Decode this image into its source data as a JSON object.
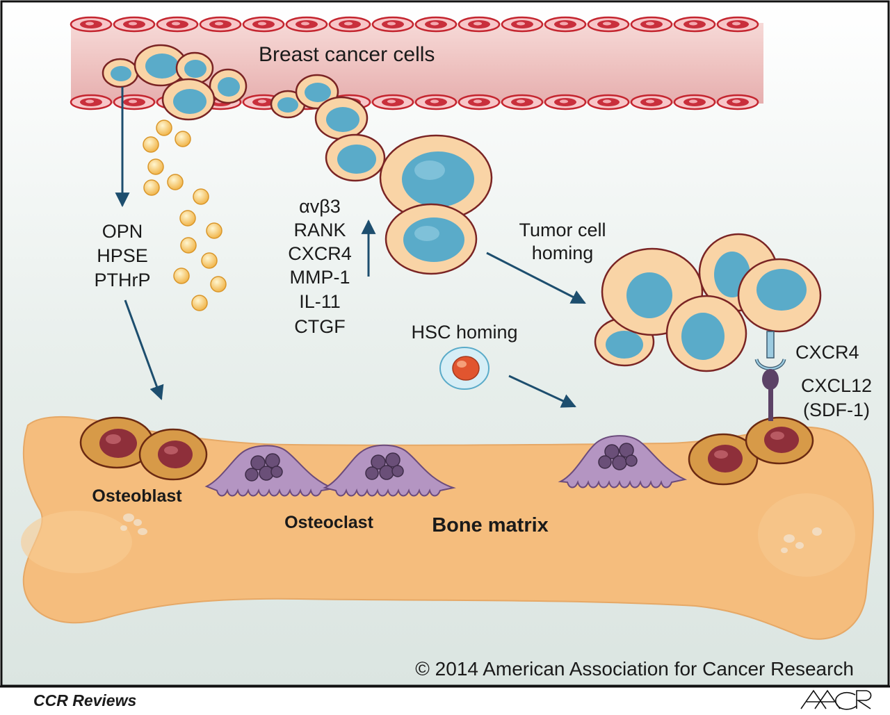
{
  "labels": {
    "vessel_title": "Breast cancer cells",
    "secreted_factors": [
      "OPN",
      "HPSE",
      "PTHrP"
    ],
    "bone_receptors": [
      "αvβ3",
      "RANK",
      "CXCR4",
      "MMP-1",
      "IL-11",
      "CTGF"
    ],
    "tumor_homing": [
      "Tumor cell",
      "homing"
    ],
    "hsc_homing": "HSC homing",
    "cxcr4": "CXCR4",
    "cxcl12": [
      "CXCL12",
      "(SDF-1)"
    ],
    "osteoblast": "Osteoblast",
    "osteoclast": "Osteoclast",
    "bone_matrix": "Bone matrix"
  },
  "copyright": "© 2014 American Association for Cancer Research",
  "footer": {
    "journal": "CCR Reviews",
    "logo": "AACR"
  },
  "colors": {
    "arrow": "#1d4e6e",
    "vessel": "#f0c6c6",
    "cell_cytoplasm": "#f9d4a6",
    "cell_nucleus": "#5aabc9",
    "bone": "#f5bd7d",
    "osteoclast": "#b495c2",
    "osteoblast": "#d79a48"
  }
}
